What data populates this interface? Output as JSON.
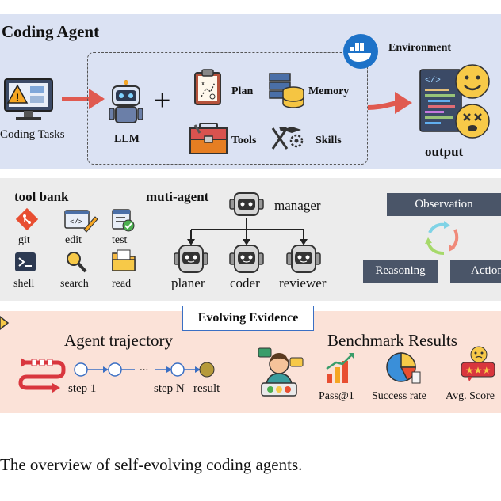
{
  "top_panel": {
    "title": "Coding Agent",
    "coding_tasks": "Coding Tasks",
    "llm": "LLM",
    "plus": "+",
    "plan": "Plan",
    "memory": "Memory",
    "tools": "Tools",
    "skills": "Skills",
    "environment": "Environment",
    "output": "output"
  },
  "middle_panel": {
    "tool_bank_title": "tool bank",
    "tools": [
      "git",
      "edit",
      "test",
      "shell",
      "search",
      "read"
    ],
    "multi_agent_title": "muti-agent",
    "manager": "manager",
    "agents": [
      "planer",
      "coder",
      "reviewer"
    ],
    "loop": {
      "observation": "Observation",
      "reasoning": "Reasoning",
      "action": "Action"
    }
  },
  "bottom_panel": {
    "evolving_evidence": "Evolving Evidence",
    "agent_trajectory": "Agent trajectory",
    "step_1": "step 1",
    "ellipsis": "...",
    "step_n": "step N",
    "result": "result",
    "benchmark_results": "Benchmark Results",
    "metrics": [
      "Pass@1",
      "Success rate",
      "Avg. Score"
    ]
  },
  "caption": "The overview of self-evolving coding agents.",
  "colors": {
    "top_panel_bg": "#dbe2f3",
    "middle_panel_bg": "#ececec",
    "bottom_panel_bg": "#fbe2d8",
    "arrow_red": "#e05a50",
    "dark_box": "#4a5568",
    "evidence_border": "#3a6fc4"
  }
}
